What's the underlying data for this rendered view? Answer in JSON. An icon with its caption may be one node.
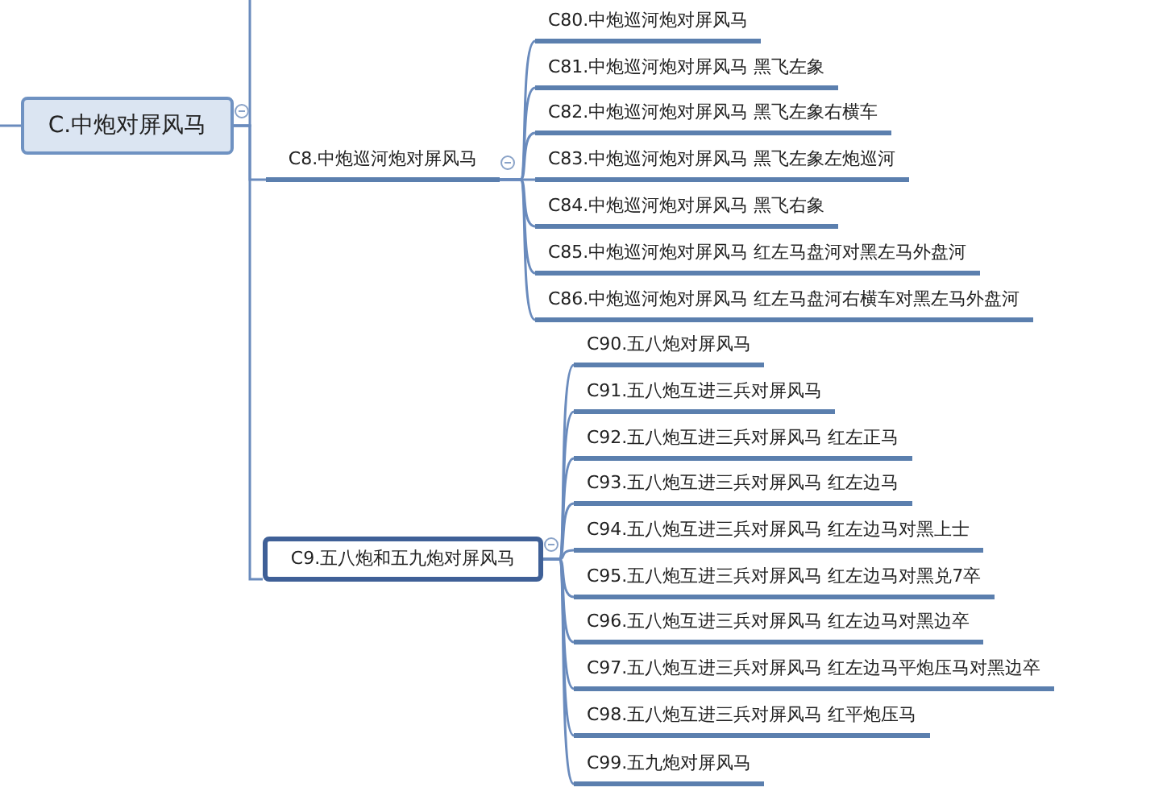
{
  "diagram": {
    "nodes": [
      {
        "text": [
          "C.中炮对屏风马"
        ]
      },
      {
        "text": [
          "C8.中炮巡河炮对屏风马"
        ]
      },
      {
        "text": [
          "C80.中炮巡河炮对屏风马"
        ]
      },
      {
        "text": [
          "C81.中炮巡河炮对屏风马 黑飞左象"
        ]
      },
      {
        "text": [
          "C82.中炮巡河炮对屏风马 黑飞左象右横车"
        ]
      },
      {
        "text": [
          "C83.中炮巡河炮对屏风马 黑飞左象左炮巡河"
        ]
      },
      {
        "text": [
          "C84.中炮巡河炮对屏风马 黑飞右象"
        ]
      },
      {
        "text": [
          "C85.中炮巡河炮对屏风马 红左马盘河对黑左马外盘河"
        ]
      },
      {
        "text": [
          "C86.中炮巡河炮对屏风马 红左马盘河右横车对黑左马外盘河"
        ]
      },
      {
        "text": [
          "C9.五八炮和五九炮对屏风马"
        ]
      },
      {
        "text": [
          "C90.五八炮对屏风马"
        ]
      },
      {
        "text": [
          "C91.五八炮互进三兵对屏风马"
        ]
      },
      {
        "text": [
          "C92.五八炮互进三兵对屏风马 红左正马"
        ]
      },
      {
        "text": [
          "C93.五八炮互进三兵对屏风马 红左边马"
        ]
      },
      {
        "text": [
          "C94.五八炮互进三兵对屏风马 红左边马对黑上士"
        ]
      },
      {
        "text": [
          "C95.五八炮互进三兵对屏风马 红左边马对黑兑7卒"
        ]
      },
      {
        "text": [
          "C96.五八炮互进三兵对屏风马 红左边马对黑边卒"
        ]
      },
      {
        "text": [
          "C97.五八炮互进三兵对屏风马 红左边马平炮压马对黑边卒"
        ]
      },
      {
        "text": [
          "C98.五八炮互进三兵对屏风马 红平炮压马"
        ]
      },
      {
        "text": [
          "C99.五九炮对屏风马"
        ]
      }
    ],
    "edges": [
      {
        "from": null,
        "to": 0,
        "arrow": "none"
      },
      {
        "from": 0,
        "to": null,
        "arrow": "none"
      },
      {
        "from": 0,
        "to": 1,
        "arrow": "none"
      },
      {
        "from": 1,
        "to": 2,
        "arrow": "none"
      },
      {
        "from": 1,
        "to": 3,
        "arrow": "none"
      },
      {
        "from": 1,
        "to": 4,
        "arrow": "none"
      },
      {
        "from": 1,
        "to": 5,
        "arrow": "none"
      },
      {
        "from": 1,
        "to": 6,
        "arrow": "none"
      },
      {
        "from": 1,
        "to": 7,
        "arrow": "none"
      },
      {
        "from": 1,
        "to": 8,
        "arrow": "none"
      },
      {
        "from": 0,
        "to": 9,
        "arrow": "none"
      },
      {
        "from": 9,
        "to": 10,
        "arrow": "none"
      },
      {
        "from": 9,
        "to": 11,
        "arrow": "none"
      },
      {
        "from": 9,
        "to": 12,
        "arrow": "none"
      },
      {
        "from": 9,
        "to": 13,
        "arrow": "none"
      },
      {
        "from": 9,
        "to": 14,
        "arrow": "none"
      },
      {
        "from": 9,
        "to": 15,
        "arrow": "none"
      },
      {
        "from": 9,
        "to": 16,
        "arrow": "none"
      },
      {
        "from": 9,
        "to": 17,
        "arrow": "none"
      },
      {
        "from": 9,
        "to": 18,
        "arrow": "none"
      },
      {
        "from": 9,
        "to": 19,
        "arrow": "none"
      }
    ]
  }
}
